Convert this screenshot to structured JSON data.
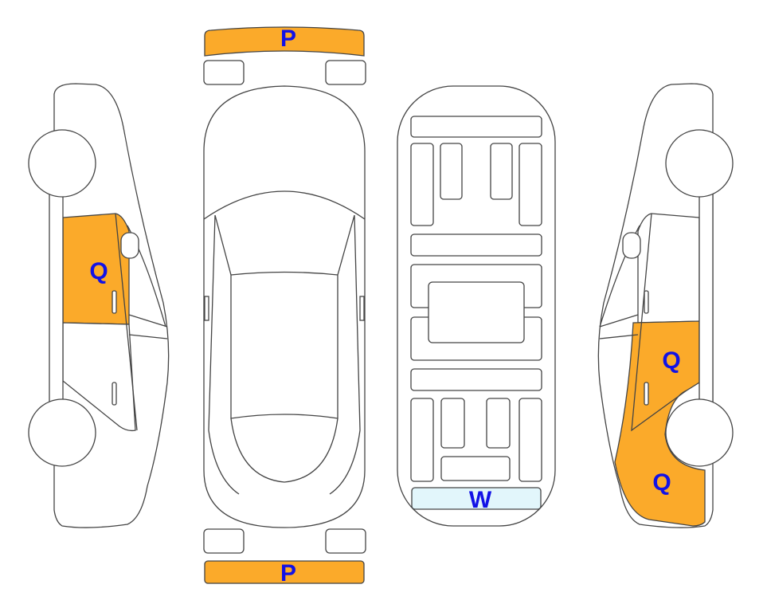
{
  "colors": {
    "damage_fill": "#FBAA2A",
    "glass_fill": "#E2F6FB",
    "label": "#1212E6"
  },
  "views": {
    "left_side": {
      "damage_labels": [
        "Q"
      ]
    },
    "top": {
      "front_bumper_label": "P",
      "rear_bumper_label": "P"
    },
    "underside": {
      "rear_glass_label": "W"
    },
    "right_side": {
      "damage_labels": [
        "Q",
        "Q"
      ]
    }
  }
}
